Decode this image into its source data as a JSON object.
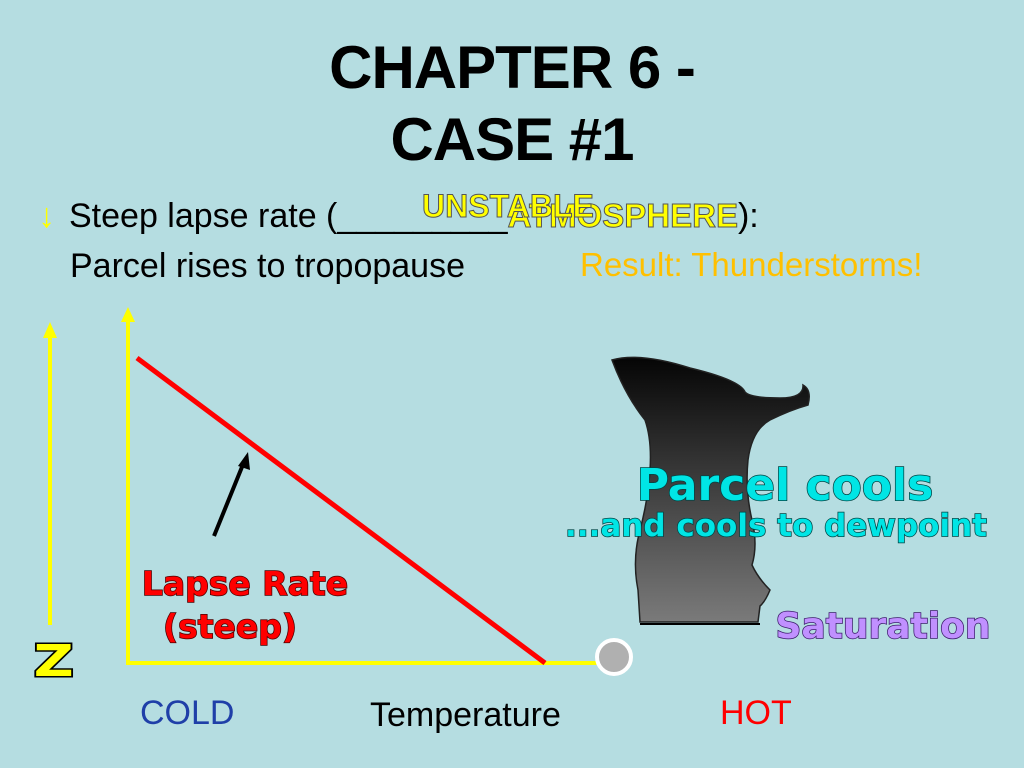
{
  "title": {
    "line1": "CHAPTER 6 -",
    "line2": "CASE #1"
  },
  "bullet": {
    "arrow_glyph": "↓",
    "text_before": "Steep lapse rate (",
    "blank": "_________",
    "word_above": "UNSTABLE",
    "word_atmosphere": "ATMOSPHERE",
    "text_after": "):"
  },
  "line2": {
    "parcel": "Parcel rises to tropopause",
    "result": "Result: Thunderstorms!"
  },
  "diagram": {
    "z_label": "Z",
    "lapse_rate_line1": "Lapse Rate",
    "lapse_rate_line2": "(steep)",
    "parcel_cools": "Parcel cools",
    "and_cools": "...and cools to dewpoint",
    "saturation": "Saturation",
    "cold_label": "COLD",
    "temperature_label": "Temperature",
    "hot_label": "HOT"
  },
  "colors": {
    "background": "#b5dde1",
    "axis": "#ffff00",
    "lapse_line": "#ff0000",
    "cold": "#1f3fa8",
    "hot": "#ff0000",
    "result": "#ffc000",
    "cyan_text": "#00e5e5",
    "saturation": "#c090ff"
  }
}
